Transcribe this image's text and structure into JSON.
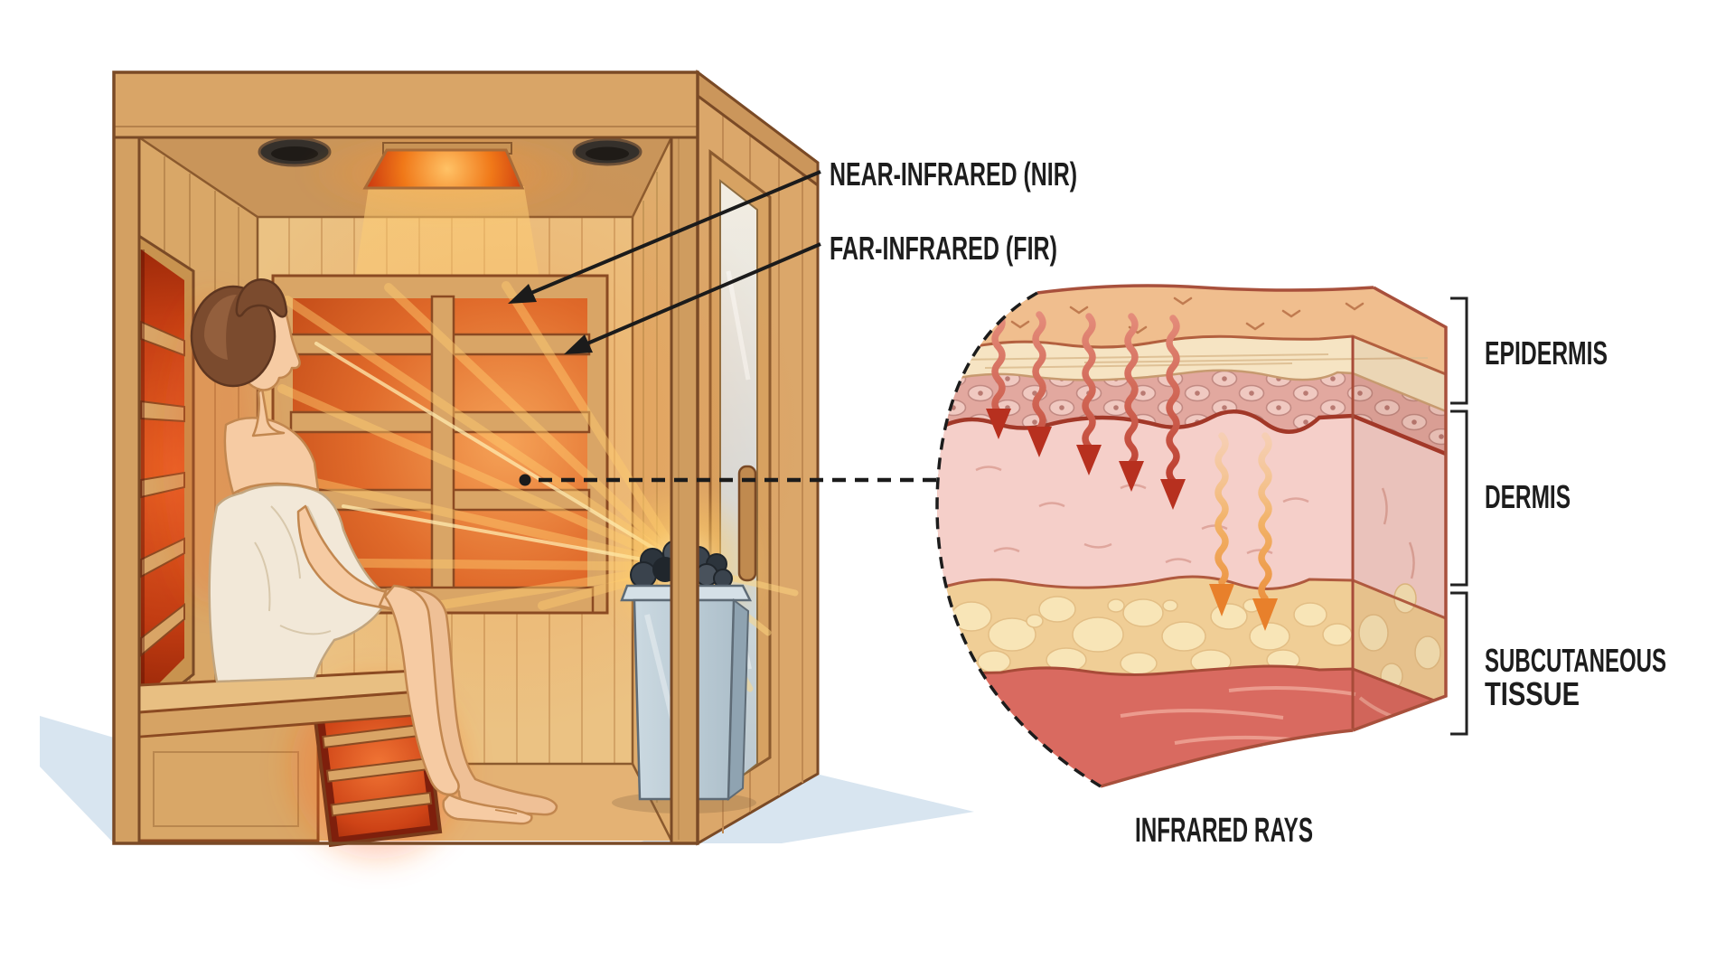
{
  "figure": {
    "type": "infographic",
    "subject": "infrared sauna and skin penetration diagram"
  },
  "labels": {
    "near_infrared": "NEAR-INFRARED (NIR)",
    "far_infrared": "FAR-INFRARED (FIR)",
    "epidermis": "EPIDERMIS",
    "dermis": "DERMIS",
    "subcutaneous_line1": "SUBCUTANEOUS",
    "subcutaneous_line2": "TISSUE",
    "infrared_rays": "INFRARED RAYS"
  },
  "skin_layers": [
    {
      "label": "EPIDERMIS"
    },
    {
      "label": "DERMIS"
    },
    {
      "label": "SUBCUTANEOUS TISSUE"
    }
  ],
  "rays": {
    "near_infrared": {
      "arrow_color": "#B7301F",
      "count": 5,
      "depth": "stops in dermis"
    },
    "far_infrared": {
      "arrow_color": "#E8802B",
      "count": 2,
      "depth": "reaches subcutaneous tissue"
    }
  },
  "colors": {
    "annotation_text": "#1d1d1d",
    "leader_line": "#1b1b1b",
    "wood_light": "#D9A567",
    "wood_plank": "#EBC283",
    "heater_glow": "#E06A2A",
    "skin_tone": "#F6CBA3",
    "towel": "#F2E8D8",
    "epidermis_top": "#F0BE8E",
    "epidermis_cells": "#E2A89F",
    "dermis_fill": "#F5CFC9",
    "fat_fill": "#F0CE96",
    "muscle_fill": "#D96A60",
    "shadow_blue": "#D8E5F0",
    "stove_metal": "#C3D2DB"
  }
}
